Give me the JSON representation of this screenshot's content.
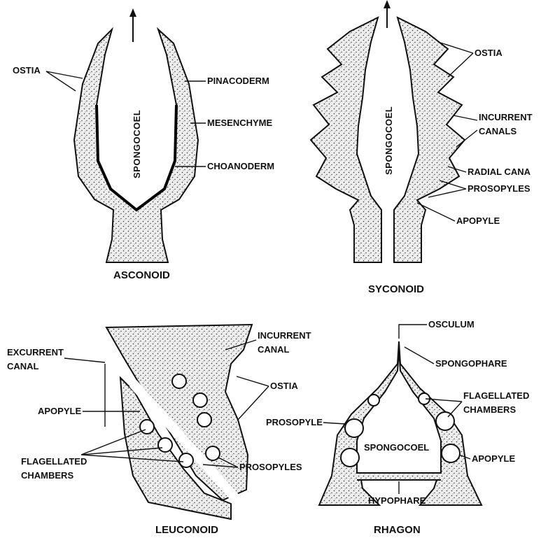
{
  "asconoid": {
    "caption": "ASCONOID",
    "cavity": "SPONGOCOEL",
    "labels": {
      "ostia": "OSTIA",
      "pinacoderm": "PINACODERM",
      "mesenchyme": "MESENCHYME",
      "choanoderm": "CHOANODERM"
    }
  },
  "syconoid": {
    "caption": "SYCONOID",
    "cavity": "SPONGOCOEL",
    "labels": {
      "ostia": "OSTIA",
      "incurrent_1": "INCURRENT",
      "incurrent_2": "CANALS",
      "radial": "RADIAL CANA",
      "prosopyles": "PROSOPYLES",
      "apopyle": "APOPYLE"
    }
  },
  "leuconoid": {
    "caption": "LEUCONOID",
    "labels": {
      "excurrent_1": "EXCURRENT",
      "excurrent_2": "CANAL",
      "incurrent_1": "INCURRENT",
      "incurrent_2": "CANAL",
      "ostia": "OSTIA",
      "apopyle": "APOPYLE",
      "flagellated_1": "FLAGELLATED",
      "flagellated_2": "CHAMBERS",
      "prosopyles": "PROSOPYLES"
    }
  },
  "rhagon": {
    "caption": "RHAGON",
    "cavity": "SPONGOCOEL",
    "labels": {
      "osculum": "OSCULUM",
      "spongophare": "SPONGOPHARE",
      "flagellated_1": "FLAGELLATED",
      "flagellated_2": "CHAMBERS",
      "prosopyle": "PROSOPYLE",
      "apopyle": "APOPYLE",
      "hypophare": "HYPOPHARE"
    }
  }
}
